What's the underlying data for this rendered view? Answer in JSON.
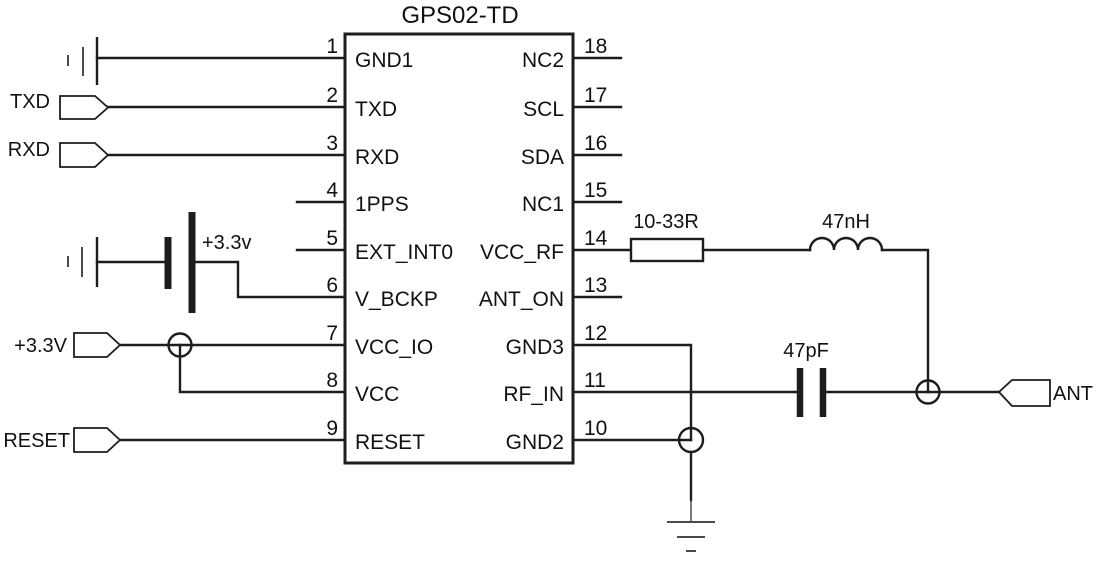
{
  "title": "GPS02-TD",
  "chip": {
    "title": "GPS02-TD",
    "left_pins": [
      {
        "num": "1",
        "label": "GND1"
      },
      {
        "num": "2",
        "label": "TXD"
      },
      {
        "num": "3",
        "label": "RXD"
      },
      {
        "num": "4",
        "label": "1PPS"
      },
      {
        "num": "5",
        "label": "EXT_INT0"
      },
      {
        "num": "6",
        "label": "V_BCKP"
      },
      {
        "num": "7",
        "label": "VCC_IO"
      },
      {
        "num": "8",
        "label": "VCC"
      },
      {
        "num": "9",
        "label": "RESET"
      }
    ],
    "right_pins": [
      {
        "num": "18",
        "label": "NC2"
      },
      {
        "num": "17",
        "label": "SCL"
      },
      {
        "num": "16",
        "label": "SDA"
      },
      {
        "num": "15",
        "label": "NC1"
      },
      {
        "num": "14",
        "label": "VCC_RF"
      },
      {
        "num": "13",
        "label": "ANT_ON"
      },
      {
        "num": "12",
        "label": "GND3"
      },
      {
        "num": "11",
        "label": "RF_IN"
      },
      {
        "num": "10",
        "label": "GND2"
      }
    ]
  },
  "connectors": {
    "txd": "TXD",
    "rxd": "RXD",
    "vcc33": "+3.3V",
    "reset": "RESET",
    "ant": "ANT"
  },
  "components": {
    "battery": "+3.3v",
    "resistor": "10-33R",
    "inductor": "47nH",
    "capacitor": "47pF"
  },
  "colors": {
    "line": "#1d1d1d",
    "ground_thin": "#4a4a4a",
    "text": "#111111",
    "background": "#ffffff"
  }
}
